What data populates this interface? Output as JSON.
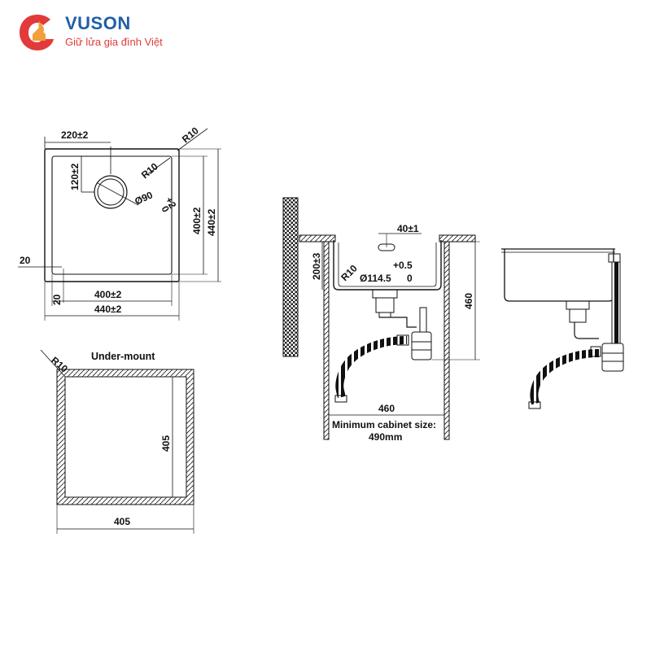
{
  "brand": {
    "name": "VUSON",
    "tagline": "Giữ lửa gia đình Việt",
    "colors": {
      "primary": "#1f5fa8",
      "accent": "#e23a3a",
      "warm": "#f2a03a"
    }
  },
  "top_view": {
    "dim_220": "220±2",
    "dim_r10_outer": "R10",
    "dim_r10_inner": "R10",
    "dim_120": "120±2",
    "dim_drain": "Ø90",
    "dim_drain_tol_plus": "+2",
    "dim_drain_tol_zero": "0",
    "dim_400_v": "400±2",
    "dim_440_v": "440±2",
    "dim_20_left": "20",
    "dim_20_bottom": "20",
    "dim_400_h": "400±2",
    "dim_440_h": "440±2"
  },
  "undermount": {
    "title": "Under-mount",
    "dim_r10": "R10",
    "dim_405_v": "405",
    "dim_405_h": "405"
  },
  "section_view": {
    "dim_40": "40±1",
    "dim_200": "200±3",
    "dim_r10": "R10",
    "dim_tol": "+0.5",
    "dim_drain": "Ø114.5",
    "dim_drain_zero": "0",
    "dim_460_v": "460",
    "dim_460_h": "460",
    "cabinet_label": "Minimum cabinet size:",
    "cabinet_value": "490mm"
  }
}
